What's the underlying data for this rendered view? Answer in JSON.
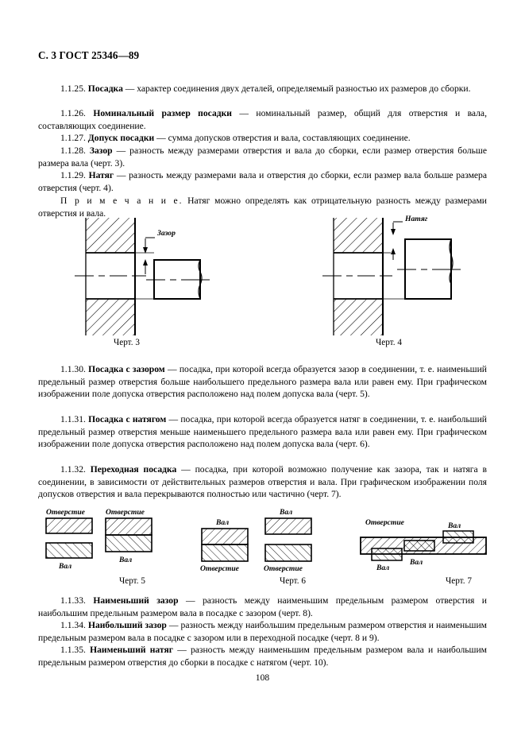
{
  "document": {
    "header": "С. 3 ГОСТ 25346—89",
    "page_number": "108"
  },
  "clauses": [
    {
      "id": "1.1.25",
      "number": "1.1.25.",
      "term": "Посадка",
      "text": " — характер соединения двух деталей, определяемый разностью их размеров до сборки."
    },
    {
      "id": "1.1.26",
      "number": "1.1.26.",
      "term": "Номинальный размер посадки",
      "text": " — номинальный размер, общий для отверстия и вала, составляющих соединение."
    },
    {
      "id": "1.1.27",
      "number": "1.1.27.",
      "term": "Допуск посадки",
      "text": " — сумма допусков отверстия и вала, составляющих соединение."
    },
    {
      "id": "1.1.28",
      "number": "1.1.28.",
      "term": "Зазор",
      "text": " — разность между размерами отверстия и вала до сборки, если размер отверстия больше размера вала (черт. 3)."
    },
    {
      "id": "1.1.29",
      "number": "1.1.29.",
      "term": "Натяг",
      "text": " — разность между размерами вала и отверстия до сборки, если размер вала больше размера отверстия (черт. 4)."
    },
    {
      "id": "note-1",
      "number": "",
      "term": "",
      "note_label": "П р и м е ч а н и е.",
      "text": " Натяг можно определять как отрицательную разность между размерами отверстия и вала."
    },
    {
      "id": "1.1.30",
      "number": "1.1.30.",
      "term": "Посадка с зазором",
      "text": " — посадка,  при  которой  всегда  образуется зазор в соединении, т. е. наименьший  предельный размер отверстия больше наибольшего предельного размера вала или равен ему. При графическом изображении поле допуска отверстия расположено над полем допуска вала (черт. 5)."
    },
    {
      "id": "1.1.31",
      "number": "1.1.31.",
      "term": "Посадка с  натягом",
      "text": " — посадка, при которой  всегда  образуется  натяг  в  соединении, т. е. наибольший  предельный размер отверстия меньше наименьшего предельного размера вала или равен ему. При графическом изображении поле допуска отверстия расположено над полем допуска вала (черт. 6)."
    },
    {
      "id": "1.1.32",
      "number": "1.1.32.",
      "term": "Переходная посадка",
      "text": " — посадка,  при  которой возможно получение как зазора, так и натяга в соединении, в зависимости от действительных размеров отверстия и вала. При графическом изображении поля допусков отверстия и вала перекрываются полностью или частично (черт. 7)."
    },
    {
      "id": "1.1.33",
      "number": "1.1.33.",
      "term": "Наименьший зазор",
      "text": " — разность между наименьшим предельным размером отверстия и наибольшим предельным размером вала в посадке с зазором (черт. 8)."
    },
    {
      "id": "1.1.34",
      "number": "1.1.34.",
      "term": "Наибольший  зазор",
      "text": " — разность  между  наибольшим предельным размером отверстия и наименьшим предельным размером вала в посадке с зазором или в переходной посадке (черт. 8 и 9)."
    },
    {
      "id": "1.1.35",
      "number": "1.1.35.",
      "term": "Наименьший натяг",
      "text": " — разность между наименьшим предельным размером вала  и наибольшим предельным размером отверстия до сборки в посадке с натягом (черт. 10)."
    }
  ],
  "figures": [
    {
      "id": "fig3",
      "caption": "Черт. 3",
      "annotation": "Зазор",
      "description": "Сечение отверстия со штриховкой и вал, между ними зазор"
    },
    {
      "id": "fig4",
      "caption": "Черт. 4",
      "annotation": "Натяг",
      "description": "Сечение отверстия со штриховкой и вал, между ними натяг"
    },
    {
      "id": "fig5",
      "caption": "Черт. 5",
      "labels": {
        "hole": "Отверстие",
        "shaft": "Вал"
      },
      "description": "Поля допусков: отверстие над валом — посадка с зазором"
    },
    {
      "id": "fig6",
      "caption": "Черт. 6",
      "labels": {
        "hole": "Отверстие",
        "shaft": "Вал"
      },
      "description": "Поля допусков: вал над отверстием — посадка с натягом"
    },
    {
      "id": "fig7",
      "caption": "Черт. 7",
      "labels": {
        "hole": "Отверстие",
        "shaft": "Вал"
      },
      "description": "Поля допусков отверстия и вала перекрываются — переходная посадка"
    }
  ]
}
